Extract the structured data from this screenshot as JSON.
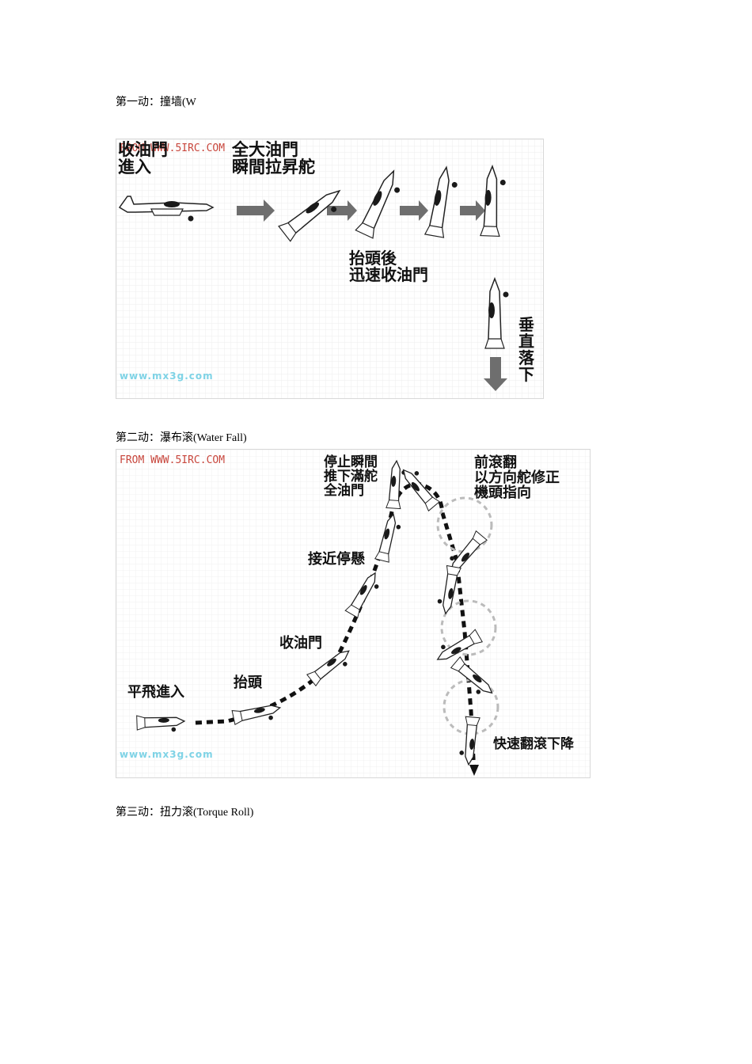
{
  "sections": [
    {
      "heading": "第一动：撞墙(W",
      "figure": {
        "watermark_top": "FROM WWW.5IRC.COM",
        "watermark_bottom": "www.mx3g.com",
        "labels": {
          "entry": "收油門\n進入",
          "full_throttle": "全大油門\n瞬間拉昇舵",
          "raise_nose": "抬頭後\n迅速收油門",
          "vertical_drop": "垂直落下"
        }
      }
    },
    {
      "heading": "第二动：瀑布滚(Water Fall)",
      "figure": {
        "watermark_top": "FROM WWW.5IRC.COM",
        "watermark_bottom": "www.mx3g.com",
        "labels": {
          "level_entry": "平飛進入",
          "raise_head": "抬頭",
          "cut_throttle": "收油門",
          "near_hover": "接近停懸",
          "stop_moment": "停止瞬間\n推下滿舵\n全油門",
          "forward_roll": "前滾翻\n以方向舵修正\n機頭指向",
          "fast_roll_down": "快速翻滾下降"
        }
      }
    },
    {
      "heading": "第三动：扭力滚(Torque Roll)"
    }
  ],
  "colors": {
    "arrow": "#6e6e6e",
    "plane_body": "#ffffff",
    "plane_accent": "#1a1a1a",
    "grid": "#ececec"
  }
}
